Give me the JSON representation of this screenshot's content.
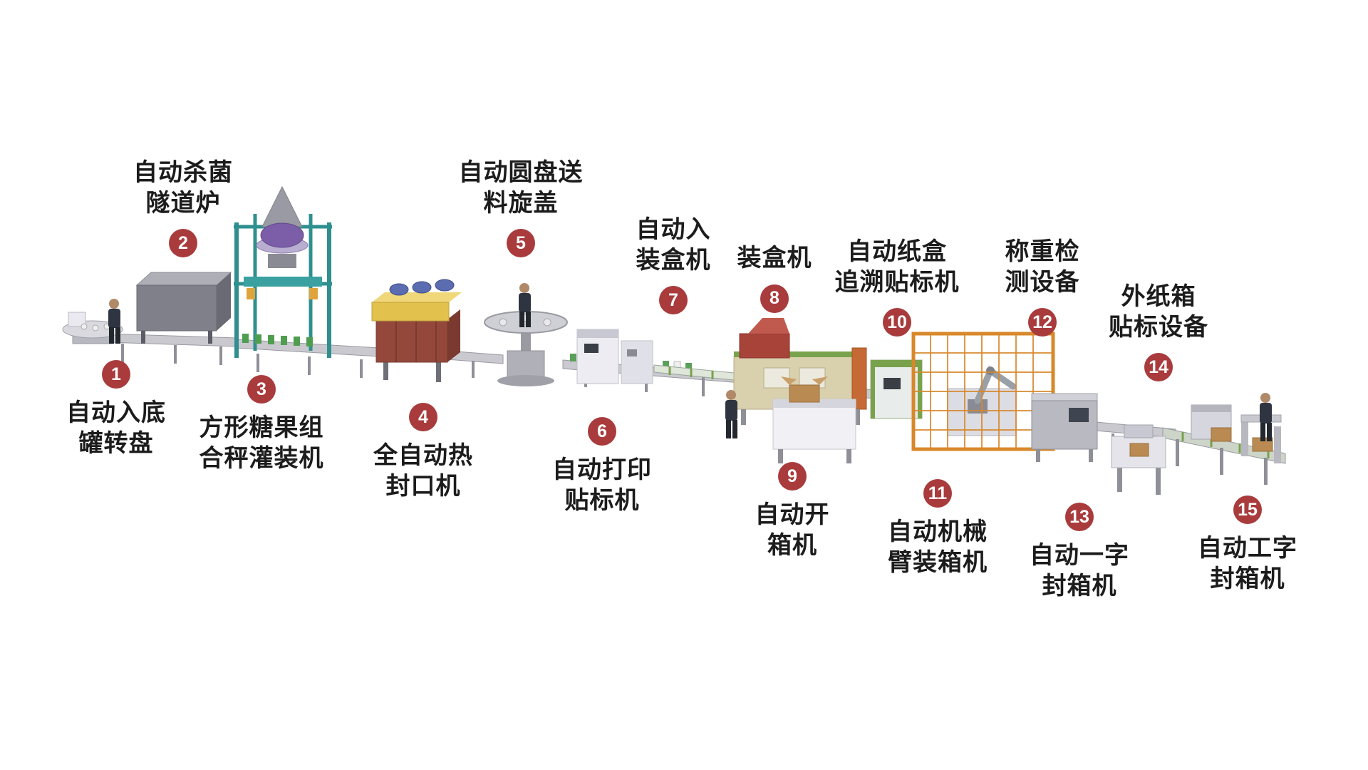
{
  "diagram": {
    "title": "",
    "background_color": "#ffffff",
    "badge_color": "#a93b3c",
    "badge_text_color": "#ffffff",
    "label_color": "#1c1c1c",
    "stations": [
      {
        "number": "1",
        "label": "自动入底\n罐转盘",
        "label_position": "below-line"
      },
      {
        "number": "2",
        "label": "自动杀菌\n隧道炉",
        "label_position": "above-line"
      },
      {
        "number": "3",
        "label": "方形糖果组\n合秤灌装机",
        "label_position": "below-line"
      },
      {
        "number": "4",
        "label": "全自动热\n封口机",
        "label_position": "below-line"
      },
      {
        "number": "5",
        "label": "自动圆盘送\n料旋盖",
        "label_position": "above-line"
      },
      {
        "number": "6",
        "label": "自动打印\n贴标机",
        "label_position": "below-line"
      },
      {
        "number": "7",
        "label": "自动入\n装盒机",
        "label_position": "above-line"
      },
      {
        "number": "8",
        "label": "装盒机",
        "label_position": "above-line"
      },
      {
        "number": "9",
        "label": "自动开\n箱机",
        "label_position": "below-line"
      },
      {
        "number": "10",
        "label": "自动纸盒\n追溯贴标机",
        "label_position": "above-line"
      },
      {
        "number": "11",
        "label": "自动机械\n臂装箱机",
        "label_position": "below-line"
      },
      {
        "number": "12",
        "label": "称重检\n测设备",
        "label_position": "above-line"
      },
      {
        "number": "13",
        "label": "自动一字\n封箱机",
        "label_position": "below-line"
      },
      {
        "number": "14",
        "label": "外纸箱\n贴标设备",
        "label_position": "above-line"
      },
      {
        "number": "15",
        "label": "自动工字\n封箱机",
        "label_position": "below-line"
      }
    ]
  }
}
